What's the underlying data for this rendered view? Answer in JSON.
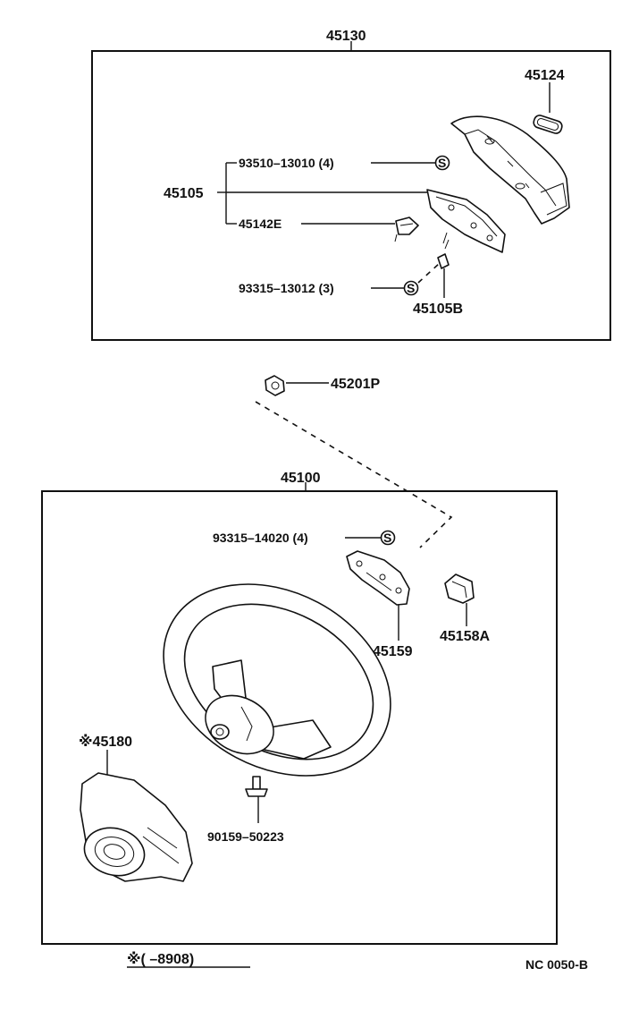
{
  "labels": {
    "p45130": "45130",
    "p45124": "45124",
    "p93510": "93510–13010 (4)",
    "p45105": "45105",
    "p45142E": "45142E",
    "p93315a": "93315–13012 (3)",
    "p45105B": "45105B",
    "p45201P": "45201P",
    "p45100": "45100",
    "p93315b": "93315–14020 (4)",
    "p45159": "45159",
    "p45158A": "45158A",
    "p45180": "※45180",
    "p90159": "90159–50223"
  },
  "symbols": {
    "s_mark": "S"
  },
  "footnote": "※(         –8908)",
  "drawing_code": "NC 0050-B"
}
